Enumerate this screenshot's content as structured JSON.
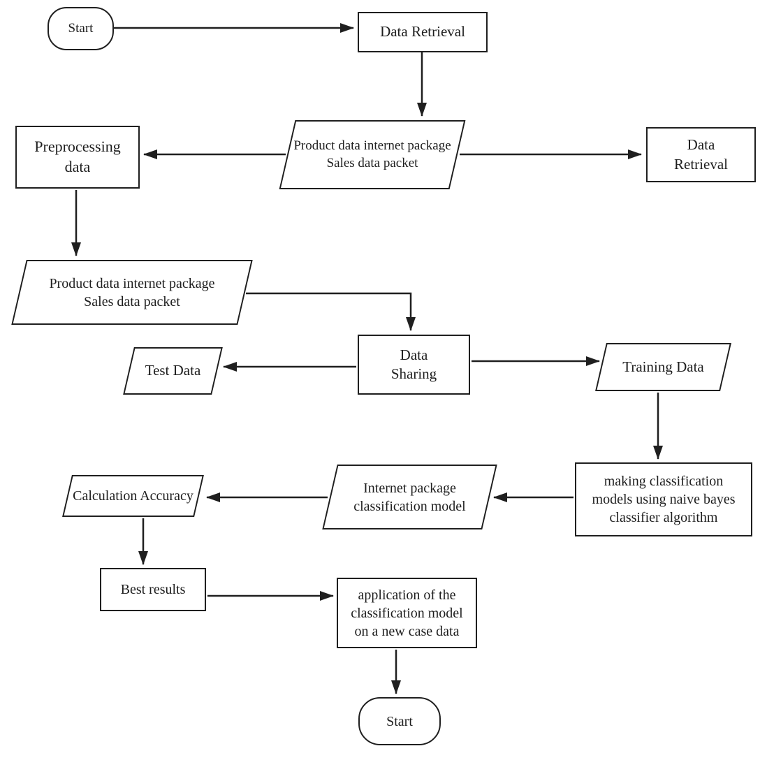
{
  "diagram": {
    "type": "flowchart",
    "colors": {
      "stroke": "#1f1f1f",
      "shape_fill": "#ffffff",
      "text": "#1e1e1e"
    },
    "nodes": {
      "start_top": {
        "shape": "terminator",
        "label": "Start"
      },
      "data_retrieval_top": {
        "shape": "process",
        "label": "Data Retrieval"
      },
      "product_sales_top": {
        "shape": "data",
        "lines": [
          "Product data internet package",
          "Sales data packet"
        ]
      },
      "preprocessing": {
        "shape": "process",
        "lines": [
          "Preprocessing",
          "data"
        ]
      },
      "data_retrieval_right": {
        "shape": "process",
        "lines": [
          "Data",
          "Retrieval"
        ]
      },
      "product_sales_left": {
        "shape": "data",
        "lines": [
          "Product data internet package",
          "Sales data packet"
        ]
      },
      "data_sharing": {
        "shape": "process",
        "lines": [
          "Data",
          "Sharing"
        ]
      },
      "test_data": {
        "shape": "data",
        "label": "Test Data"
      },
      "training_data": {
        "shape": "data",
        "label": "Training Data"
      },
      "making_classification": {
        "shape": "process",
        "lines": [
          "making classification",
          "models using naive bayes",
          "classifier algorithm"
        ]
      },
      "internet_package": {
        "shape": "data",
        "lines": [
          "Internet package",
          "classification model"
        ]
      },
      "calculation_accuracy": {
        "shape": "data",
        "label": "Calculation Accuracy"
      },
      "best_results": {
        "shape": "process",
        "label": "Best results"
      },
      "application": {
        "shape": "process",
        "lines": [
          "application of the",
          "classification model",
          "on a new case data"
        ]
      },
      "start_bottom": {
        "shape": "terminator",
        "label": "Start"
      }
    },
    "connections": [
      {
        "from": "start_top",
        "to": "data_retrieval_top"
      },
      {
        "from": "data_retrieval_top",
        "to": "product_sales_top"
      },
      {
        "from": "product_sales_top",
        "to": "preprocessing"
      },
      {
        "from": "product_sales_top",
        "to": "data_retrieval_right"
      },
      {
        "from": "preprocessing",
        "to": "product_sales_left"
      },
      {
        "from": "product_sales_left",
        "to": "data_sharing"
      },
      {
        "from": "data_sharing",
        "to": "test_data"
      },
      {
        "from": "data_sharing",
        "to": "training_data"
      },
      {
        "from": "training_data",
        "to": "making_classification"
      },
      {
        "from": "making_classification",
        "to": "internet_package"
      },
      {
        "from": "internet_package",
        "to": "calculation_accuracy"
      },
      {
        "from": "calculation_accuracy",
        "to": "best_results"
      },
      {
        "from": "best_results",
        "to": "application"
      },
      {
        "from": "application",
        "to": "start_bottom"
      }
    ]
  }
}
